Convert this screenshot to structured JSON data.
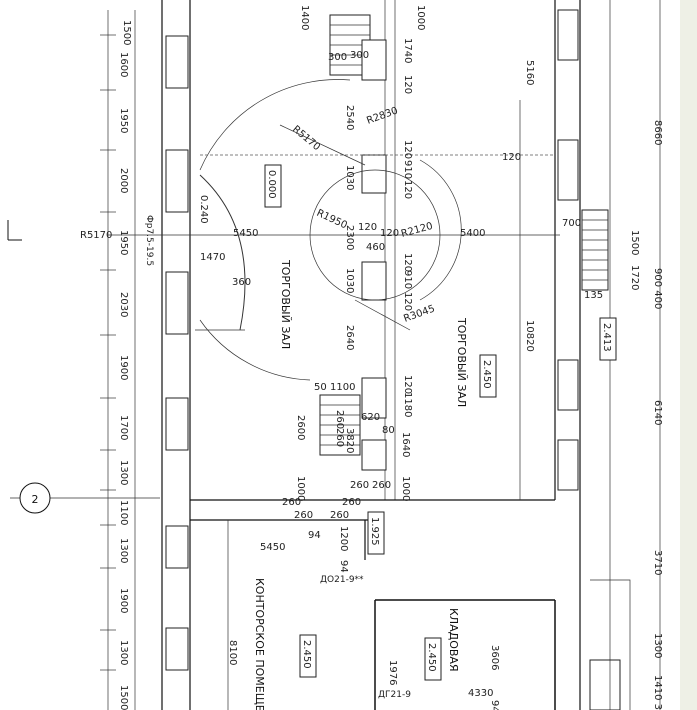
{
  "rooms": {
    "hall_left": "ТОРГОВЫЙ ЗАЛ",
    "hall_right": "ТОРГОВЫЙ ЗАЛ",
    "office": "КОНТОРСКОЕ ПОМЕЩЕН",
    "storage": "КЛАДОВАЯ"
  },
  "levels": {
    "hall_left_level": "0.000",
    "hall_right_level": "2.450",
    "corridor_level": "1.925",
    "stair_level": "2.413",
    "office_level": "2.450",
    "storage_level": "2.450",
    "small_level": "0.240"
  },
  "marks": {
    "grid_axis": "2",
    "door_office": "ДО21-9**",
    "door_storage": "ДГ21-9",
    "radius_1": "R5170",
    "radius_2": "R5170",
    "radius_3": "R2830",
    "radius_4": "R1950",
    "radius_5": "R2120",
    "radius_6": "R3045",
    "window_mark": "Фр7.5-19.5"
  },
  "left_dims": [
    "1600",
    "1950",
    "2000",
    "1950",
    "2030",
    "1900",
    "1700",
    "1300",
    "1100",
    "1300",
    "1900",
    "1300",
    "1500"
  ],
  "left_top_dim": "1500",
  "right_dims": [
    "8660",
    "900 400",
    "6140",
    "3710",
    "1300",
    "1410 3"
  ],
  "top_dims": [
    "1400",
    "1000"
  ],
  "inner_dims": {
    "d300a": "300",
    "d300b": "300",
    "d1740": "1740",
    "d120a": "120",
    "d2540": "2540",
    "d5160": "5160",
    "d1030a": "1030",
    "d120b": "120",
    "d910a": "910",
    "d120c": "120",
    "d120d": "120",
    "d5450a": "5450",
    "d2300": "2300",
    "d120e": "120",
    "d120f": "120",
    "d460": "460",
    "d5400": "5400",
    "d700": "700",
    "d1500": "1500",
    "d1720": "1720",
    "d135": "135",
    "d1470": "1470",
    "d360": "360",
    "d1030b": "1030",
    "d120g": "120",
    "d910b": "910",
    "d120h": "120",
    "d2640": "2640",
    "d10820": "10820",
    "d50": "50",
    "d1100": "1100",
    "d120i": "120",
    "d1180": "1180",
    "d2600": "2600",
    "d260a": "260",
    "d3820": "3820",
    "d620": "620",
    "d260b": "260",
    "d80": "80",
    "d1640": "1640",
    "d1000a": "1000",
    "d260c": "260",
    "d260d": "260",
    "d1000b": "1000",
    "d260e": "260",
    "d260f": "260",
    "d260g": "260",
    "d260h": "260",
    "d94a": "94",
    "d1200": "1200",
    "d94b": "94",
    "d5450b": "5450",
    "d8100": "8100",
    "d1976": "1976",
    "d3606": "3606",
    "d4330": "4330",
    "d94c": "94"
  }
}
